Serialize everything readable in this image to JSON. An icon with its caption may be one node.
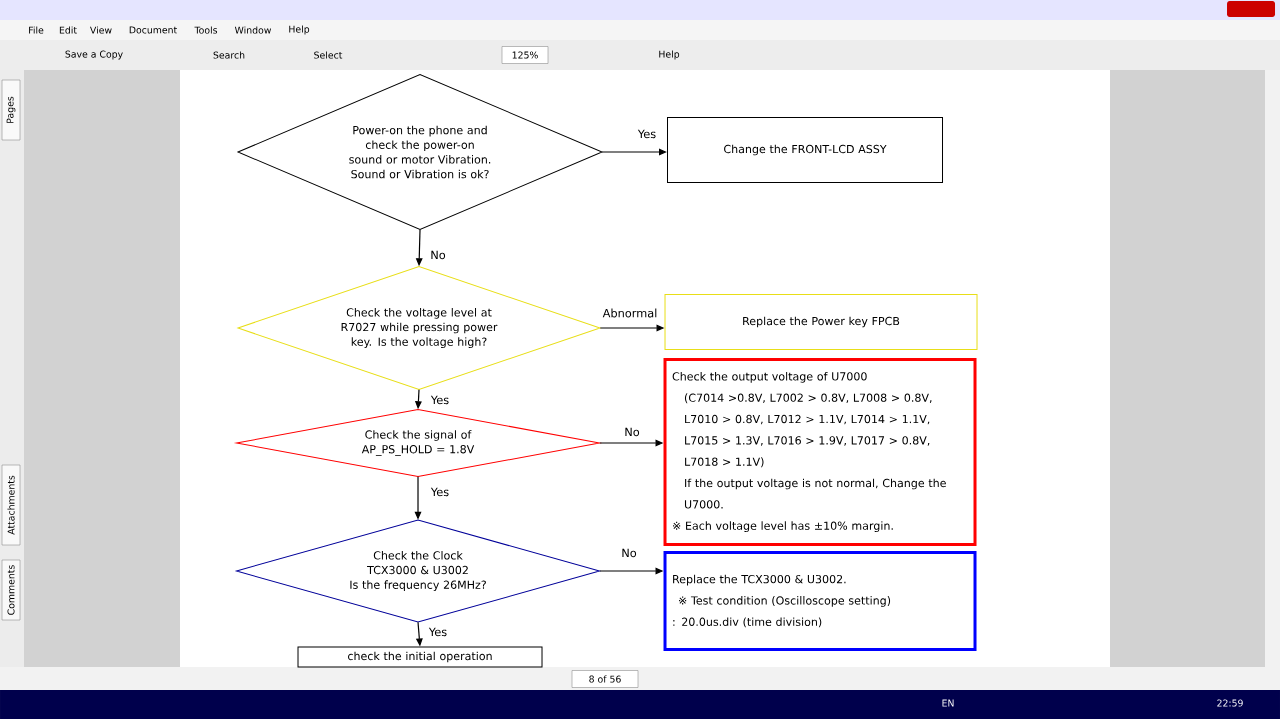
{
  "diagram": {
    "nodes": [
      {
        "text": [
          "Power-on the phone and check the power-on sound or motor Vibration. Sound or Vibration is ok?"
        ]
      },
      {
        "text": [
          "Change the FRONT-LCD ASSY"
        ]
      },
      {
        "text": [
          "Check the voltage level at R7027 while pressing power key. Is the voltage high?"
        ]
      },
      {
        "text": [
          "Replace the Power key FPCB"
        ]
      },
      {
        "text": [
          "Check the signal of AP_PS_HOLD = 1.8V"
        ]
      },
      {
        "text": [
          "Check the output voltage of U7000",
          "(C7014 >0.8V, L7002 > 0.8V, L7008 > 0.8V, L7010 > 0.8V, L7012 > 1.1V, L7014 > 1.1V, L7015 > 1.3V, L7016 > 1.9V, L7017 > 0.8V, L7018 > 1.1V)",
          "If the output voltage is not normal, Change the U7000.",
          "※ Each voltage level has ±10% margin."
        ]
      },
      {
        "text": [
          "Check the Clock TCX3000 & U3002",
          "Is the frequency 26MHz?"
        ]
      },
      {
        "text": [
          "Replace the TCX3000 & U3002.",
          "※ Test condition (Oscilloscope setting)",
          ": 20.0us.div (time division)"
        ]
      },
      {
        "text": [
          "check the initial operation"
        ]
      }
    ],
    "edges": [
      {
        "from": 0,
        "to": 1,
        "arrow": "to",
        "label": "Yes"
      },
      {
        "from": 0,
        "to": 2,
        "arrow": "to",
        "label": "No"
      },
      {
        "from": 2,
        "to": 3,
        "arrow": "to",
        "label": "Abnormal"
      },
      {
        "from": 2,
        "to": 4,
        "arrow": "to",
        "label": "Yes"
      },
      {
        "from": 4,
        "to": 5,
        "arrow": "to",
        "label": "No"
      },
      {
        "from": 4,
        "to": 6,
        "arrow": "to",
        "label": "Yes"
      },
      {
        "from": 6,
        "to": 7,
        "arrow": "to",
        "label": "No"
      },
      {
        "from": 6,
        "to": 8,
        "arrow": "to",
        "label": "Yes"
      }
    ],
    "labels": [
      "File",
      "Edit",
      "View",
      "Document",
      "Tools",
      "Window",
      "Help",
      "Save a Copy",
      "Search",
      "Select",
      "125%",
      "Help",
      "Pages",
      "Attachments",
      "Comments",
      "8 of 56",
      "EN",
      "22:59"
    ]
  }
}
